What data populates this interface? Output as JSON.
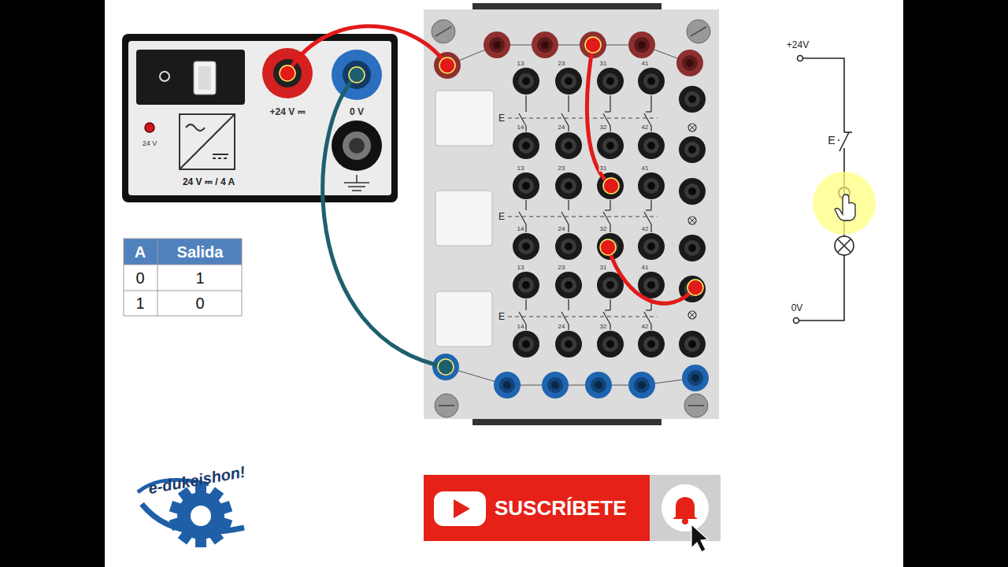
{
  "diagram": {
    "nodes": [
      {
        "text": [
          "SUSCRÍBETE"
        ]
      }
    ],
    "labels": [
      "24 V",
      "24 V ⎓ / 4 A",
      "+24 V ⎓",
      "0 V",
      "13",
      "23",
      "31",
      "41",
      "14",
      "24",
      "32",
      "42",
      "E",
      "13",
      "23",
      "31",
      "41",
      "14",
      "24",
      "32",
      "42",
      "E",
      "13",
      "23",
      "31",
      "41",
      "14",
      "24",
      "32",
      "42",
      "E",
      "A",
      "Salida",
      "0",
      "1",
      "1",
      "0",
      "+24V",
      "E",
      "0V",
      "e-dukeishon!"
    ]
  }
}
